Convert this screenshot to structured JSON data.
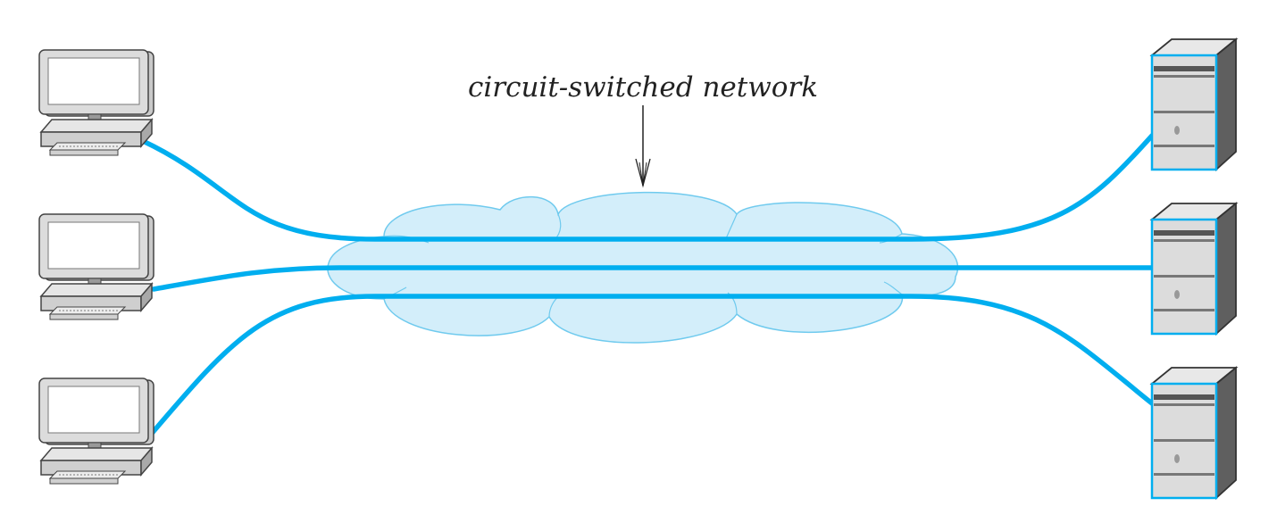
{
  "network_label": "circuit-switched network",
  "colors": {
    "link": "#00aeef",
    "cloud_fill": "#d3eefa",
    "cloud_stroke": "#6fcaee",
    "device_light": "#e2e2e2",
    "device_mid": "#c9c9c9",
    "device_dark": "#8a8a8a",
    "outline": "#444444",
    "server_accent": "#00aeef"
  },
  "clients": [
    {
      "icon": "desktop-computer-icon"
    },
    {
      "icon": "desktop-computer-icon"
    },
    {
      "icon": "desktop-computer-icon"
    }
  ],
  "servers": [
    {
      "icon": "server-tower-icon"
    },
    {
      "icon": "server-tower-icon"
    },
    {
      "icon": "server-tower-icon"
    }
  ],
  "circuits": [
    {
      "from": "client-1",
      "to": "server-1"
    },
    {
      "from": "client-2",
      "to": "server-2"
    },
    {
      "from": "client-3",
      "to": "server-3"
    }
  ]
}
